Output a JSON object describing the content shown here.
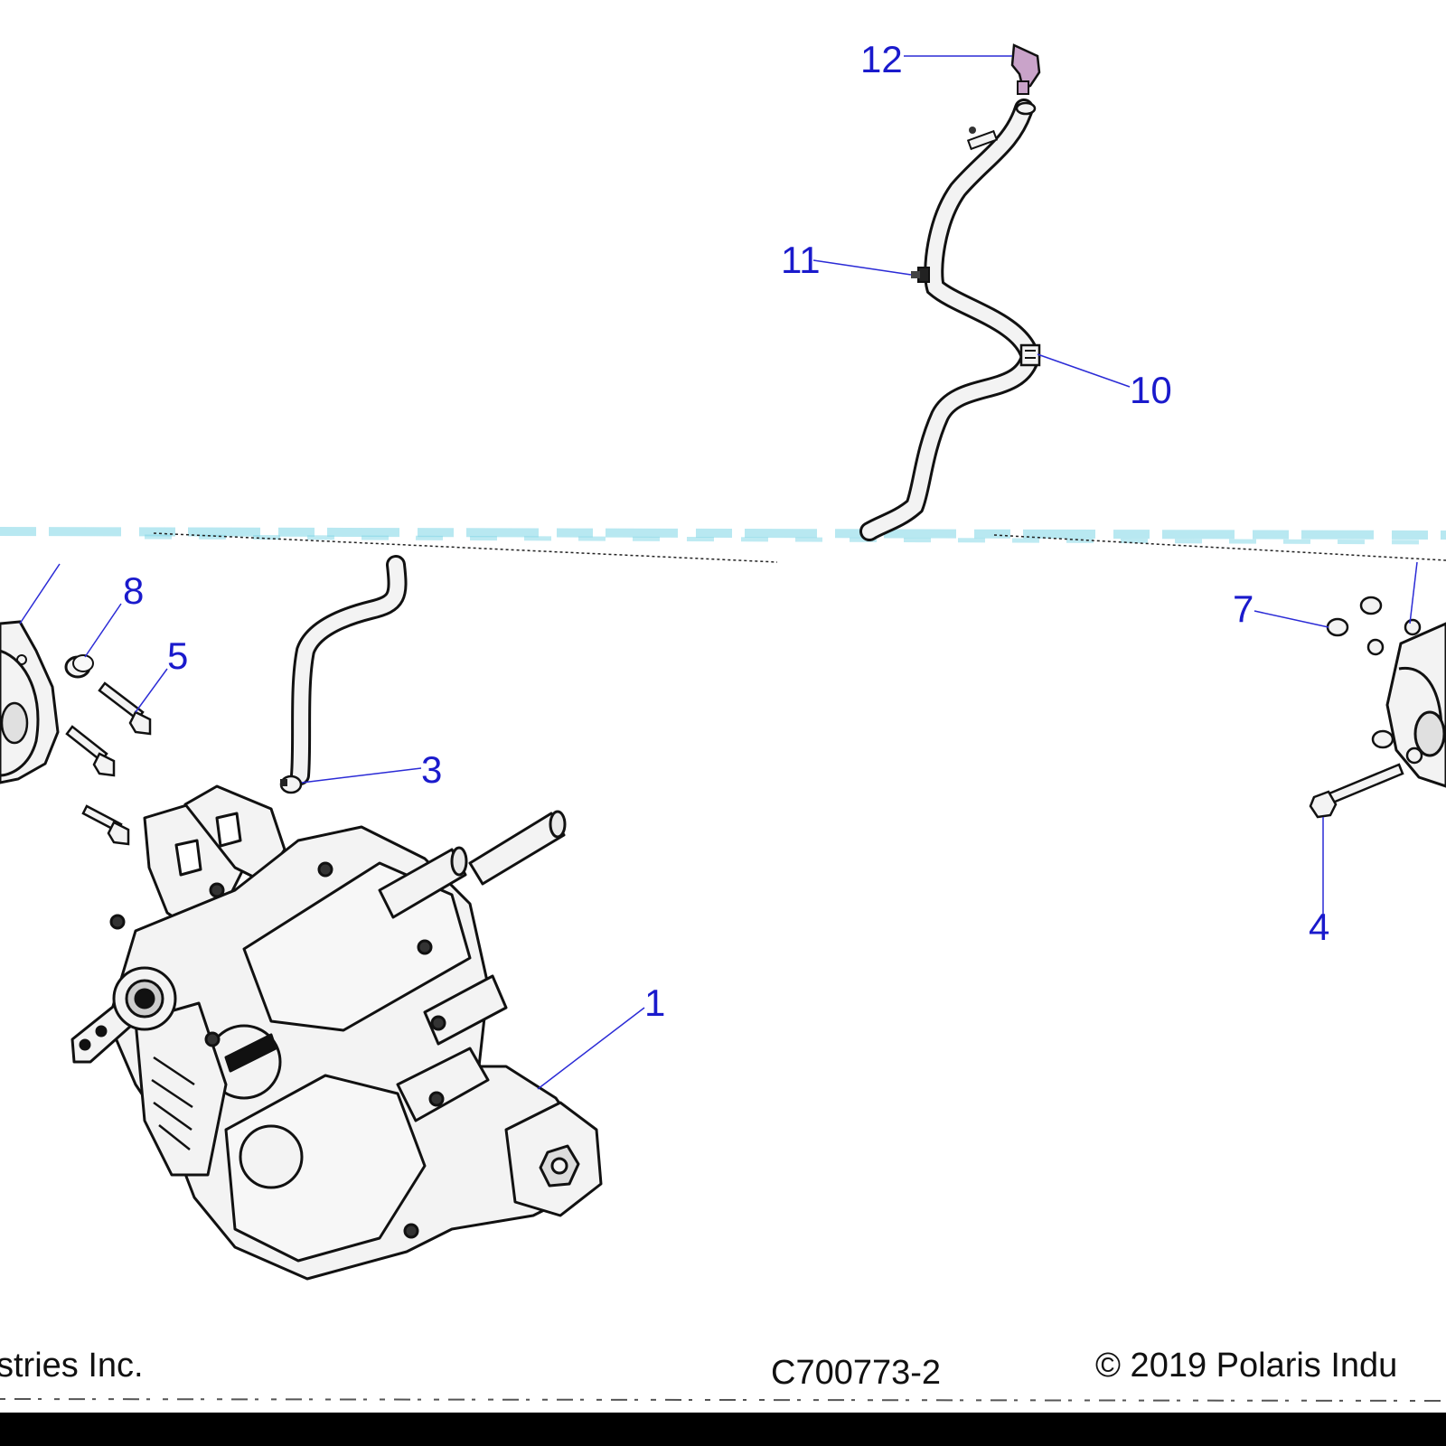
{
  "colors": {
    "callout": "#1a1acc",
    "leader": "#2b2bd6",
    "line": "#111111",
    "part_fill": "#f3f3f3",
    "fitting": "#c9a3c9",
    "band": "#7fd6e6",
    "bottom_bar": "#000000"
  },
  "callouts": [
    {
      "id": "1",
      "label": "1"
    },
    {
      "id": "3",
      "label": "3"
    },
    {
      "id": "4",
      "label": "4"
    },
    {
      "id": "5",
      "label": "5"
    },
    {
      "id": "7",
      "label": "7"
    },
    {
      "id": "8",
      "label": "8"
    },
    {
      "id": "10",
      "label": "10"
    },
    {
      "id": "11",
      "label": "11"
    },
    {
      "id": "12",
      "label": "12"
    }
  ],
  "footer": {
    "left_text": "stries Inc.",
    "drawing_code": "C700773-2",
    "right_text": "© 2019 Polaris Indu"
  }
}
